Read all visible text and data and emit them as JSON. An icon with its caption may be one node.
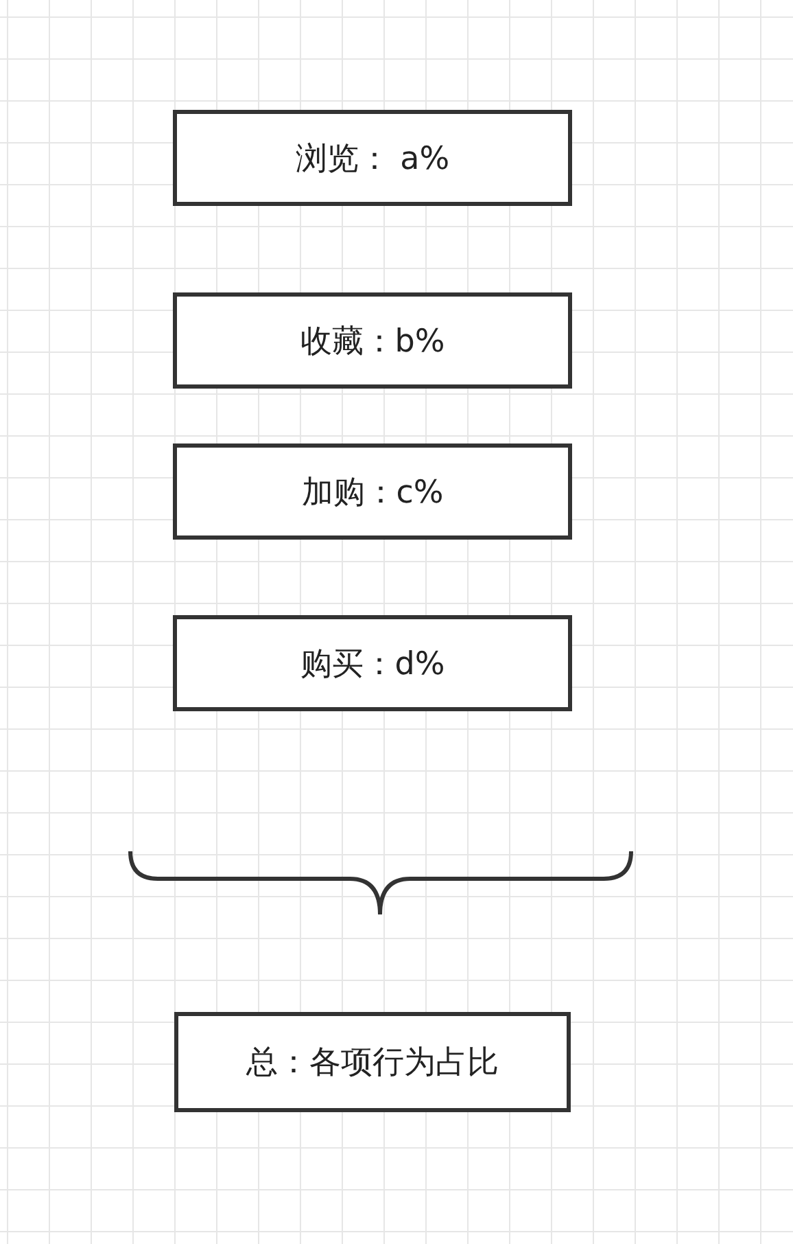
{
  "diagram": {
    "nodes": [
      {
        "text": [
          "浏览： a%"
        ]
      },
      {
        "text": [
          "收藏：b%"
        ]
      },
      {
        "text": [
          "加购：c%"
        ]
      },
      {
        "text": [
          "购买：d%"
        ]
      },
      {
        "text": [
          "总：各项行为占比"
        ]
      }
    ],
    "edges": []
  }
}
